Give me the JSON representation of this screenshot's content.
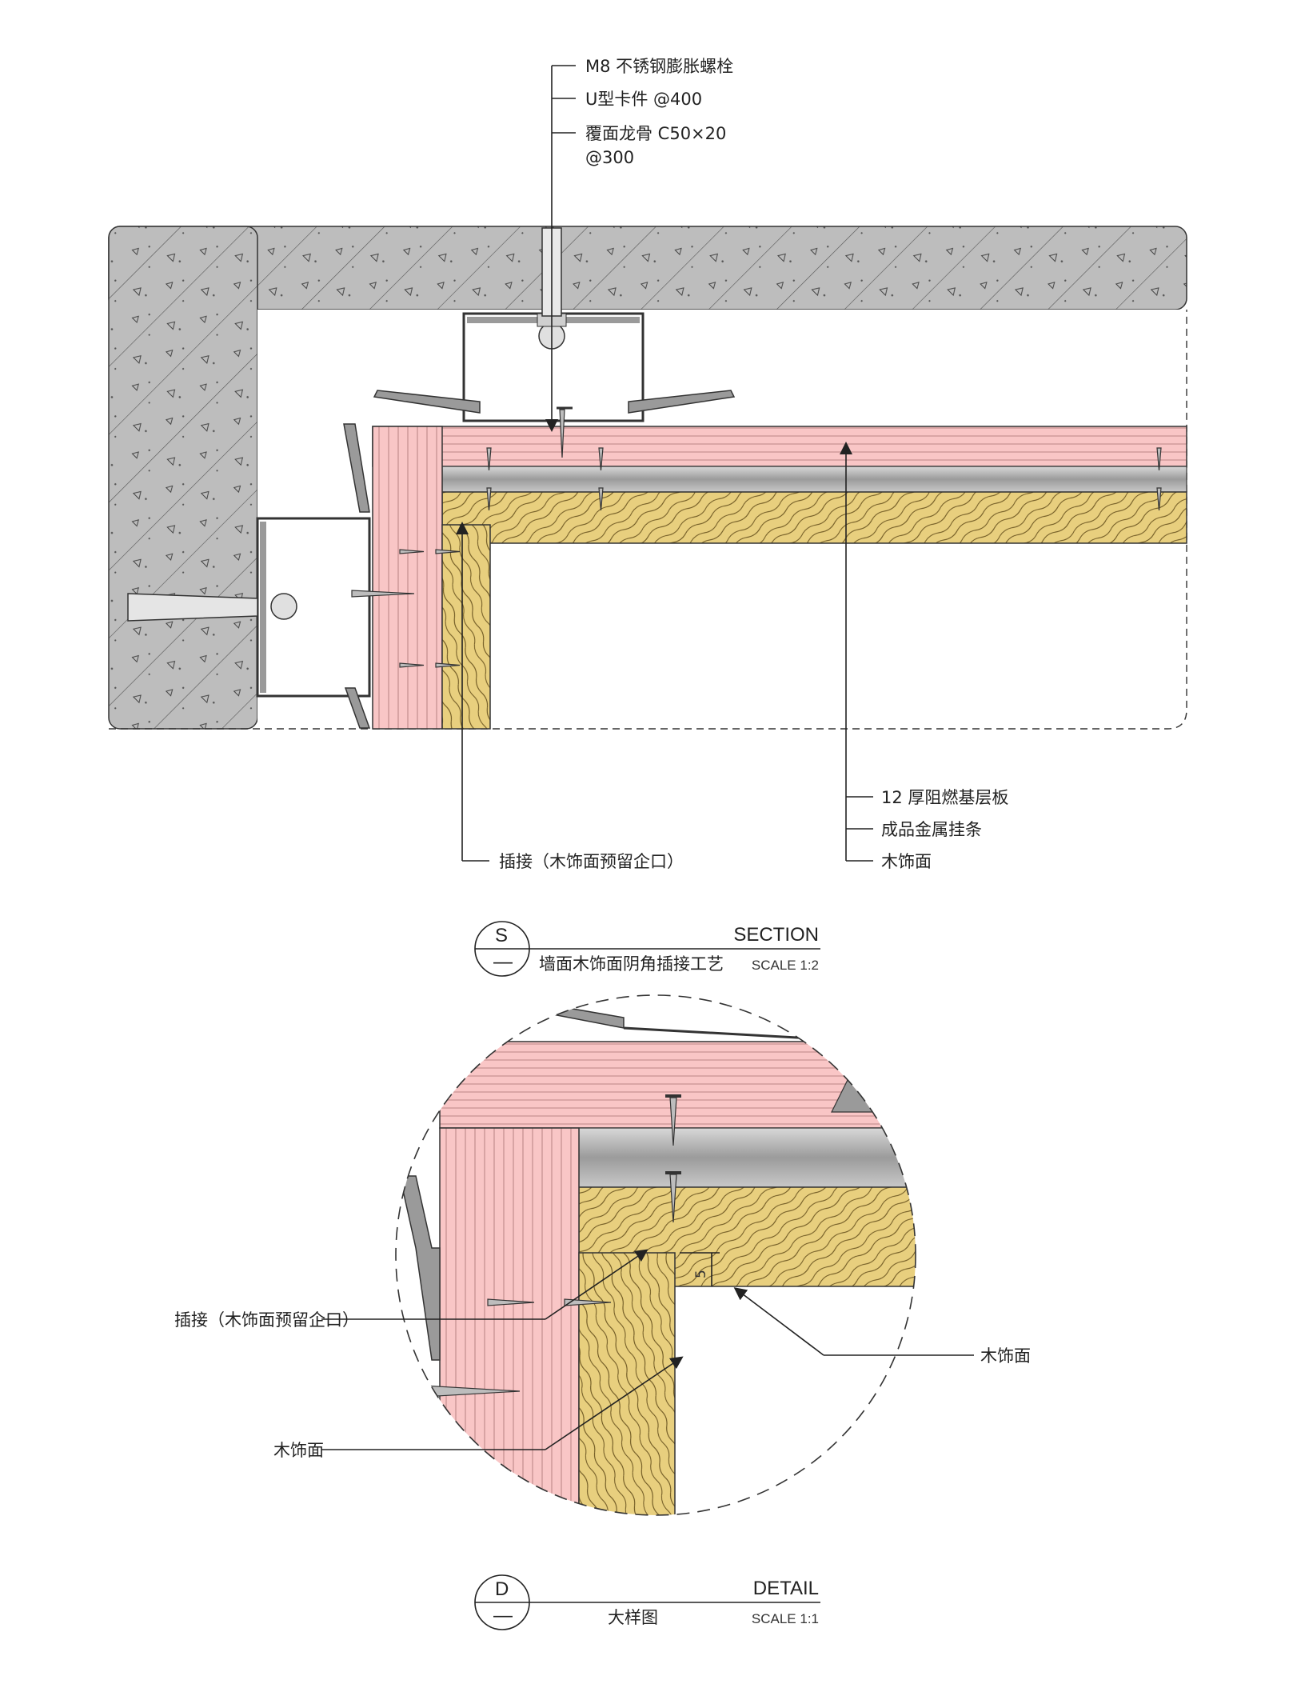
{
  "section": {
    "labels_top": [
      "M8 不锈钢膨胀螺栓",
      "U型卡件 @400",
      "覆面龙骨 C50×20",
      "@300"
    ],
    "labels_right": [
      "12 厚阻燃基层板",
      "成品金属挂条",
      "木饰面"
    ],
    "label_left": "插接（木饰面预留企口）",
    "title_block": {
      "mark_top": "S",
      "mark_bottom": "—",
      "name_en": "SECTION",
      "name_cn": "墙面木饰面阴角插接工艺",
      "scale": "SCALE 1:2"
    }
  },
  "detail": {
    "label_left_1": "插接（木饰面预留企口）",
    "label_left_2": "木饰面",
    "label_right": "木饰面",
    "dimension": "5",
    "title_block": {
      "mark_top": "D",
      "mark_bottom": "—",
      "name_en": "DETAIL",
      "name_cn": "大样图",
      "scale": "SCALE 1:1"
    }
  },
  "colors": {
    "concrete": "#bdbdbd",
    "base_board": "#f9c6c6",
    "wood_veneer": "#e8cf7e",
    "metal_strip": "#a9a9a9",
    "line": "#222222"
  }
}
